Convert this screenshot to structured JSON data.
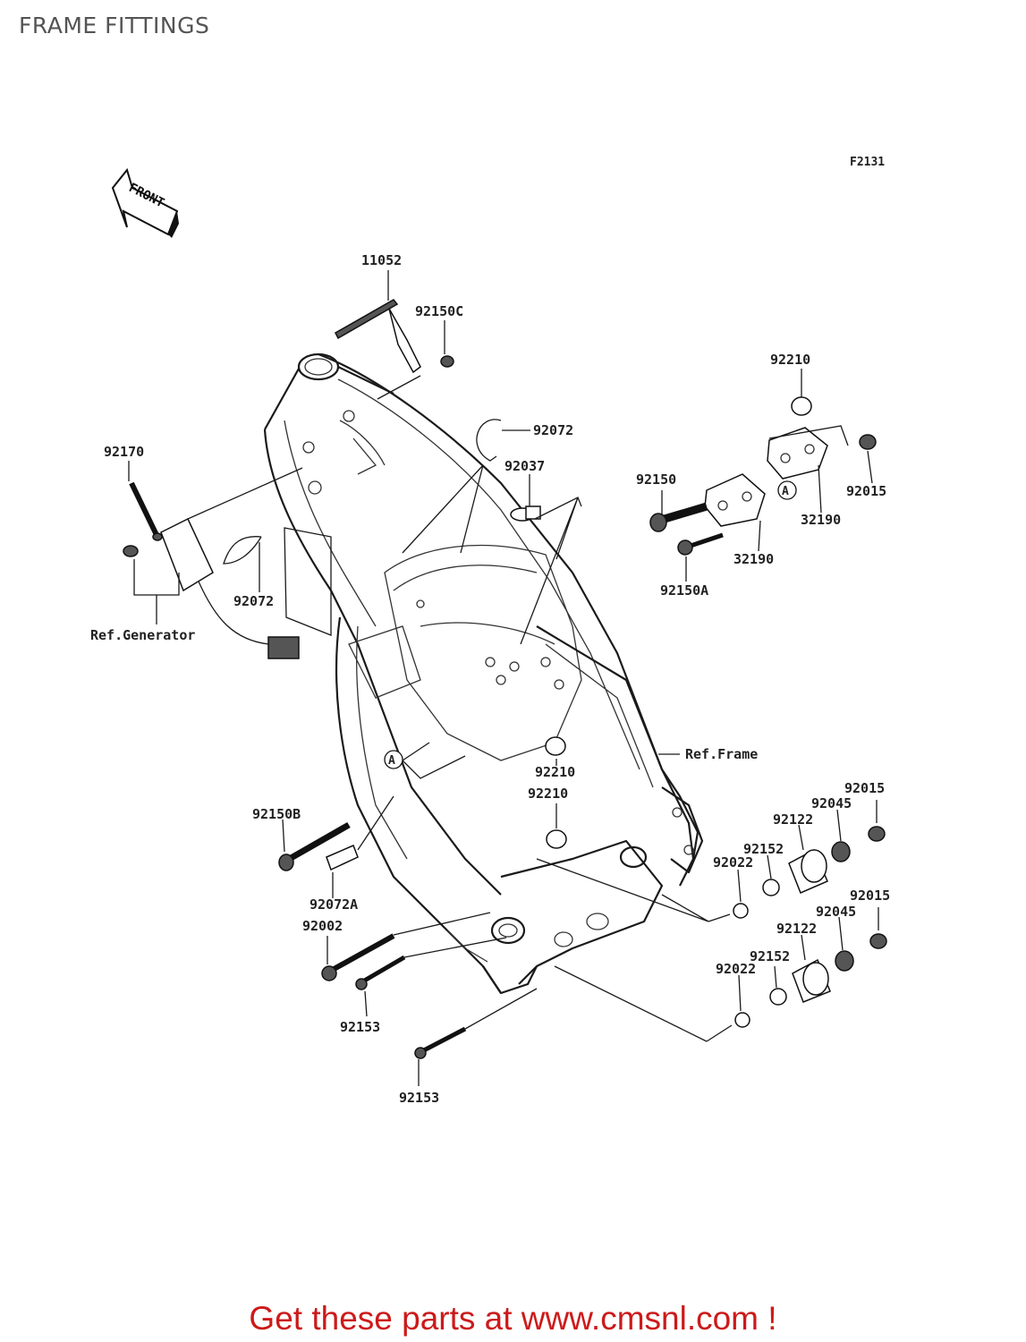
{
  "page_title": "FRAME FITTINGS",
  "figure_code": "F2131",
  "front_arrow_label": "FRONT",
  "callout_marker": "A",
  "references": {
    "generator": "Ref.Generator",
    "frame": "Ref.Frame"
  },
  "part_labels": {
    "p11052": "11052",
    "p92150c": "92150C",
    "p92210_top": "92210",
    "p92072_top": "92072",
    "p92037": "92037",
    "p92150": "92150",
    "p92015_top": "92015",
    "p32190_a": "32190",
    "p32190_b": "32190",
    "p92150a": "92150A",
    "p92170": "92170",
    "p92072_mid": "92072",
    "p92210_mid": "92210",
    "p92210_low": "92210",
    "p92150b": "92150B",
    "p92072a": "92072A",
    "p92002": "92002",
    "p92153_a": "92153",
    "p92153_b": "92153",
    "p92015_r1": "92015",
    "p92045_r1": "92045",
    "p92122_r1": "92122",
    "p92152_r1": "92152",
    "p92022_r1": "92022",
    "p92015_r2": "92015",
    "p92045_r2": "92045",
    "p92122_r2": "92122",
    "p92152_r2": "92152",
    "p92022_r2": "92022"
  },
  "footer_link": "Get these parts at www.cmsnl.com !"
}
